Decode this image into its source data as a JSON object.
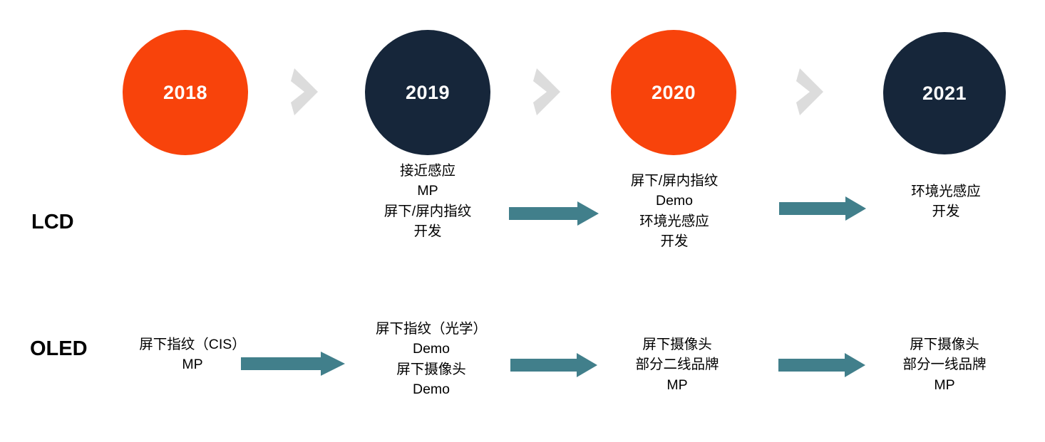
{
  "palette": {
    "orange": "#F8430B",
    "navy": "#16263A",
    "chevron_grey": "#DCDCDC",
    "teal": "#417F8B",
    "text_black": "#000000",
    "circle_text": "#FFFFFF",
    "background": "#FFFFFF"
  },
  "timeline": {
    "circles": [
      {
        "year": "2018",
        "color": "orange"
      },
      {
        "year": "2019",
        "color": "navy"
      },
      {
        "year": "2020",
        "color": "orange"
      },
      {
        "year": "2021",
        "color": "navy"
      }
    ],
    "separator_icon": "chevron-right-icon",
    "flow_icon": "right-block-arrow-icon"
  },
  "rows": [
    {
      "key": "lcd",
      "label": "LCD",
      "cells": [
        {
          "year": "2018",
          "lines": []
        },
        {
          "year": "2019",
          "lines": [
            "接近感应",
            "MP",
            "屏下/屏内指纹",
            "开发"
          ]
        },
        {
          "year": "2020",
          "lines": [
            "屏下/屏内指纹",
            "Demo",
            "环境光感应",
            "开发"
          ]
        },
        {
          "year": "2021",
          "lines": [
            "环境光感应",
            "开发"
          ]
        }
      ]
    },
    {
      "key": "oled",
      "label": "OLED",
      "cells": [
        {
          "year": "2018",
          "lines": [
            "屏下指纹（CIS）",
            "MP"
          ]
        },
        {
          "year": "2019",
          "lines": [
            "屏下指纹（光学）",
            "Demo",
            "屏下摄像头",
            "Demo"
          ]
        },
        {
          "year": "2020",
          "lines": [
            "屏下摄像头",
            "部分二线品牌",
            "MP"
          ]
        },
        {
          "year": "2021",
          "lines": [
            "屏下摄像头",
            "部分一线品牌",
            "MP"
          ]
        }
      ]
    }
  ]
}
